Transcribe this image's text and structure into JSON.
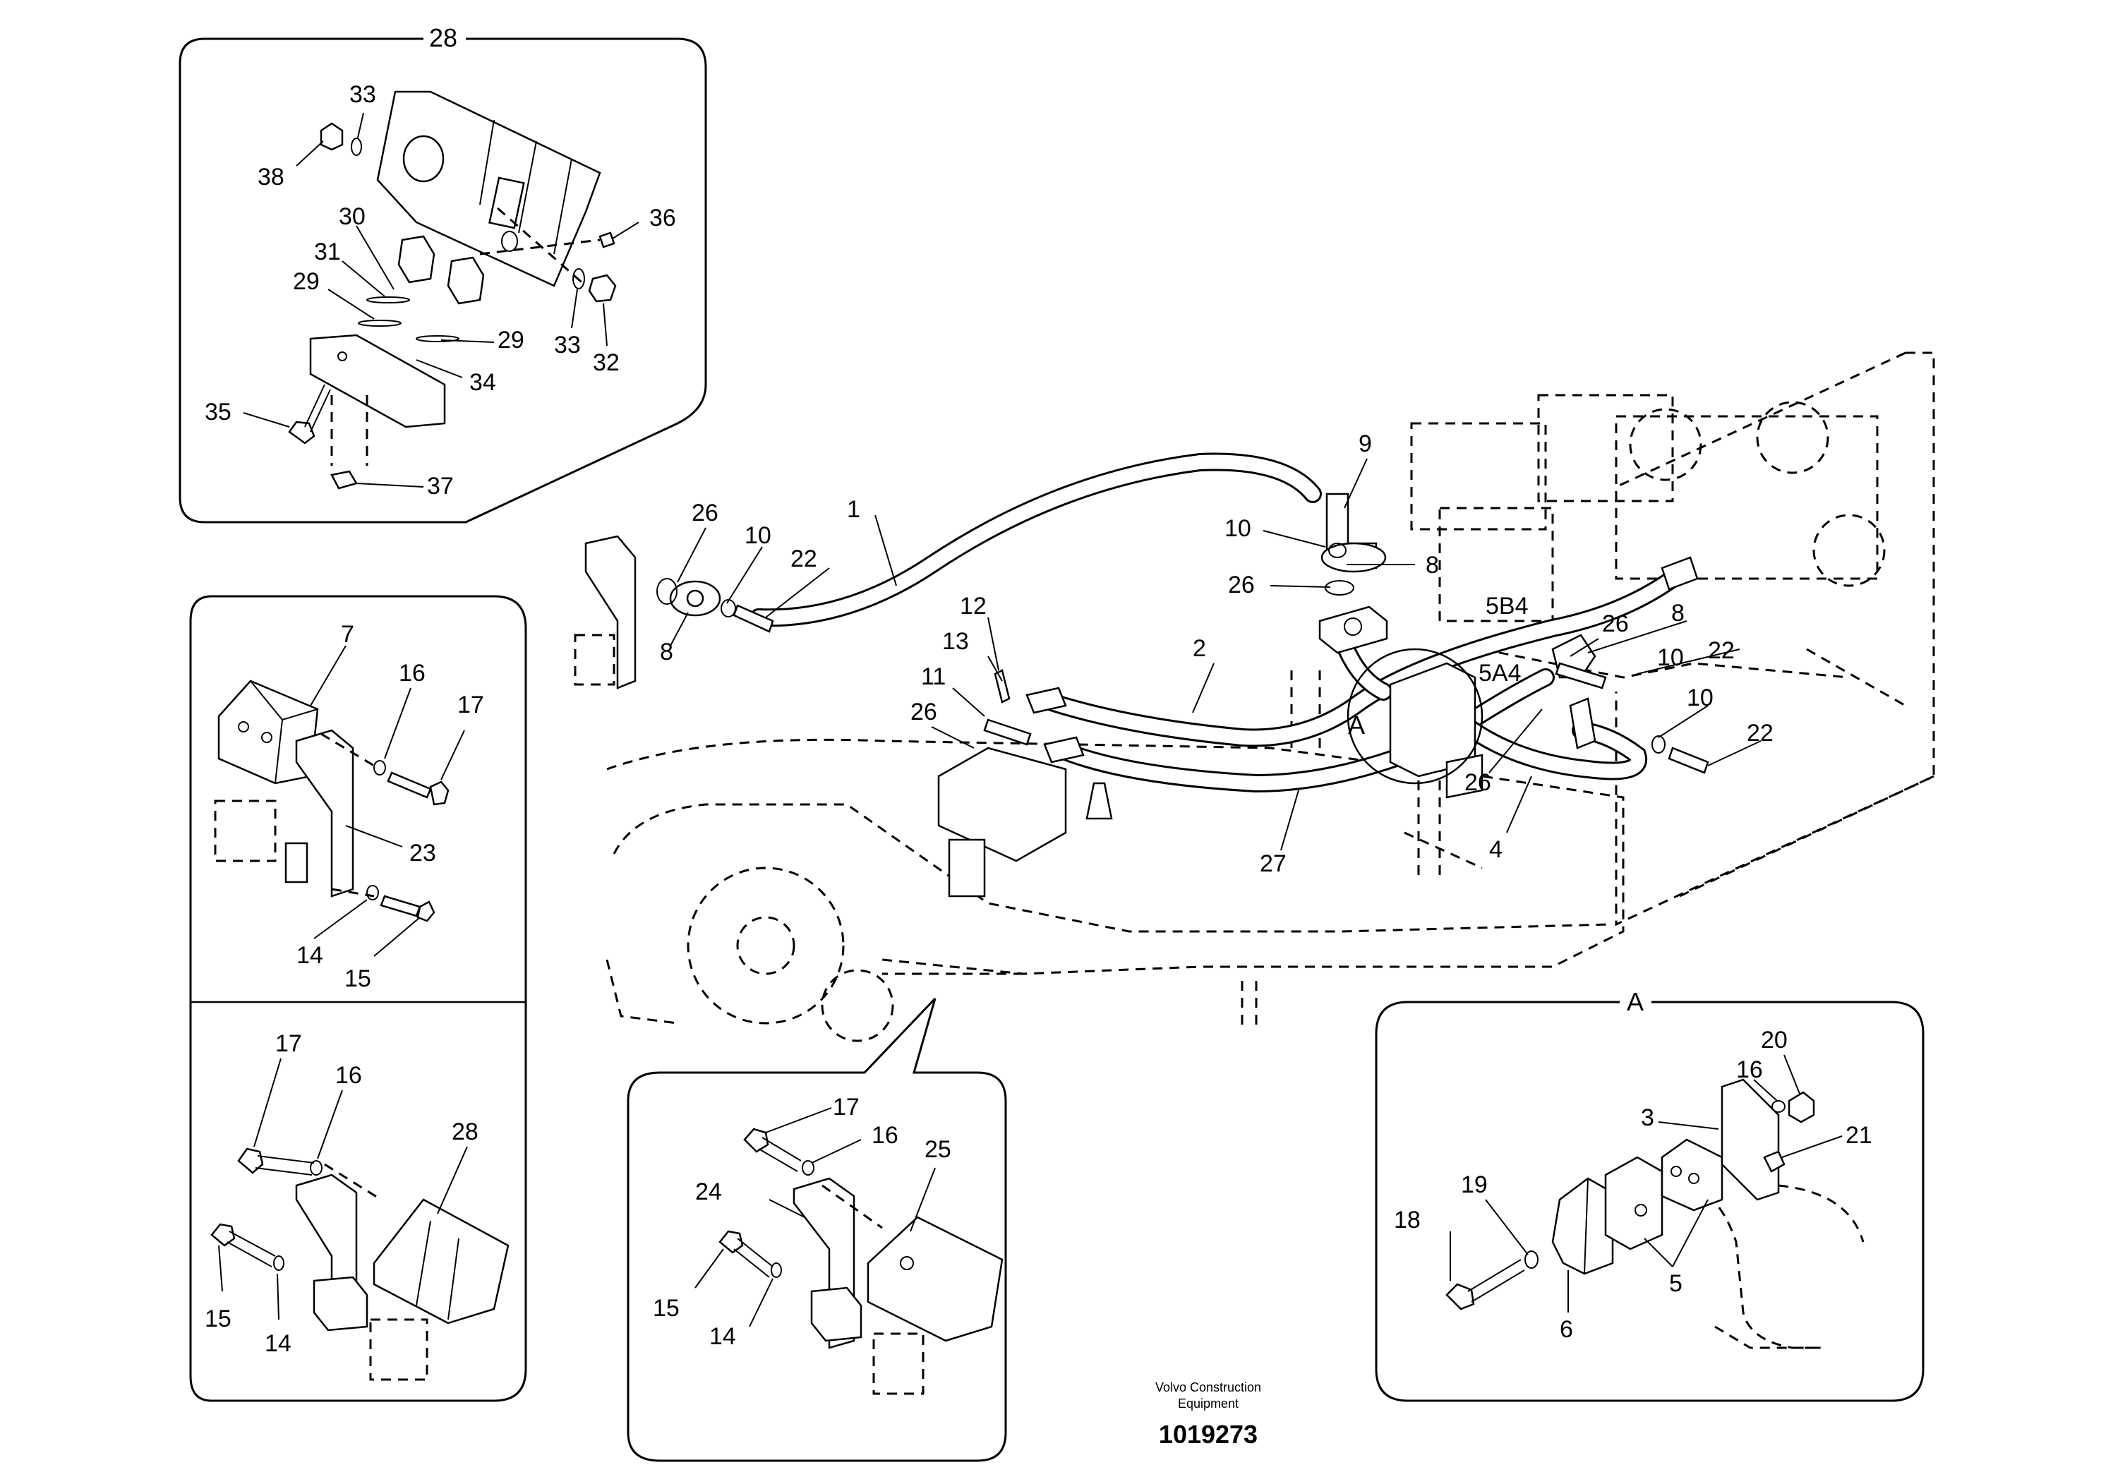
{
  "panels": {
    "detail_28": {
      "title": "28",
      "callouts": [
        "33",
        "38",
        "30",
        "31",
        "29",
        "36",
        "33",
        "32",
        "29",
        "34",
        "35",
        "37"
      ]
    },
    "detail_7": {
      "callouts": [
        "7",
        "16",
        "17",
        "23",
        "14",
        "15"
      ]
    },
    "detail_28b": {
      "callouts": [
        "17",
        "16",
        "28",
        "15",
        "14"
      ]
    },
    "detail_25": {
      "callouts": [
        "17",
        "16",
        "25",
        "24",
        "15",
        "14"
      ]
    },
    "detail_a": {
      "title": "A",
      "callouts": [
        "20",
        "16",
        "3",
        "21",
        "19",
        "18",
        "5",
        "6"
      ]
    }
  },
  "main": {
    "callouts": [
      "9",
      "1",
      "26",
      "10",
      "22",
      "8",
      "10",
      "8",
      "26",
      "12",
      "13",
      "2",
      "11",
      "26",
      "26",
      "8",
      "10",
      "22",
      "10",
      "22",
      "26",
      "4",
      "27",
      "A"
    ],
    "port_labels": [
      "5B4",
      "5A4"
    ]
  },
  "footer": {
    "brand_line1": "Volvo Construction",
    "brand_line2": "Equipment",
    "drawing_number": "1019273"
  }
}
